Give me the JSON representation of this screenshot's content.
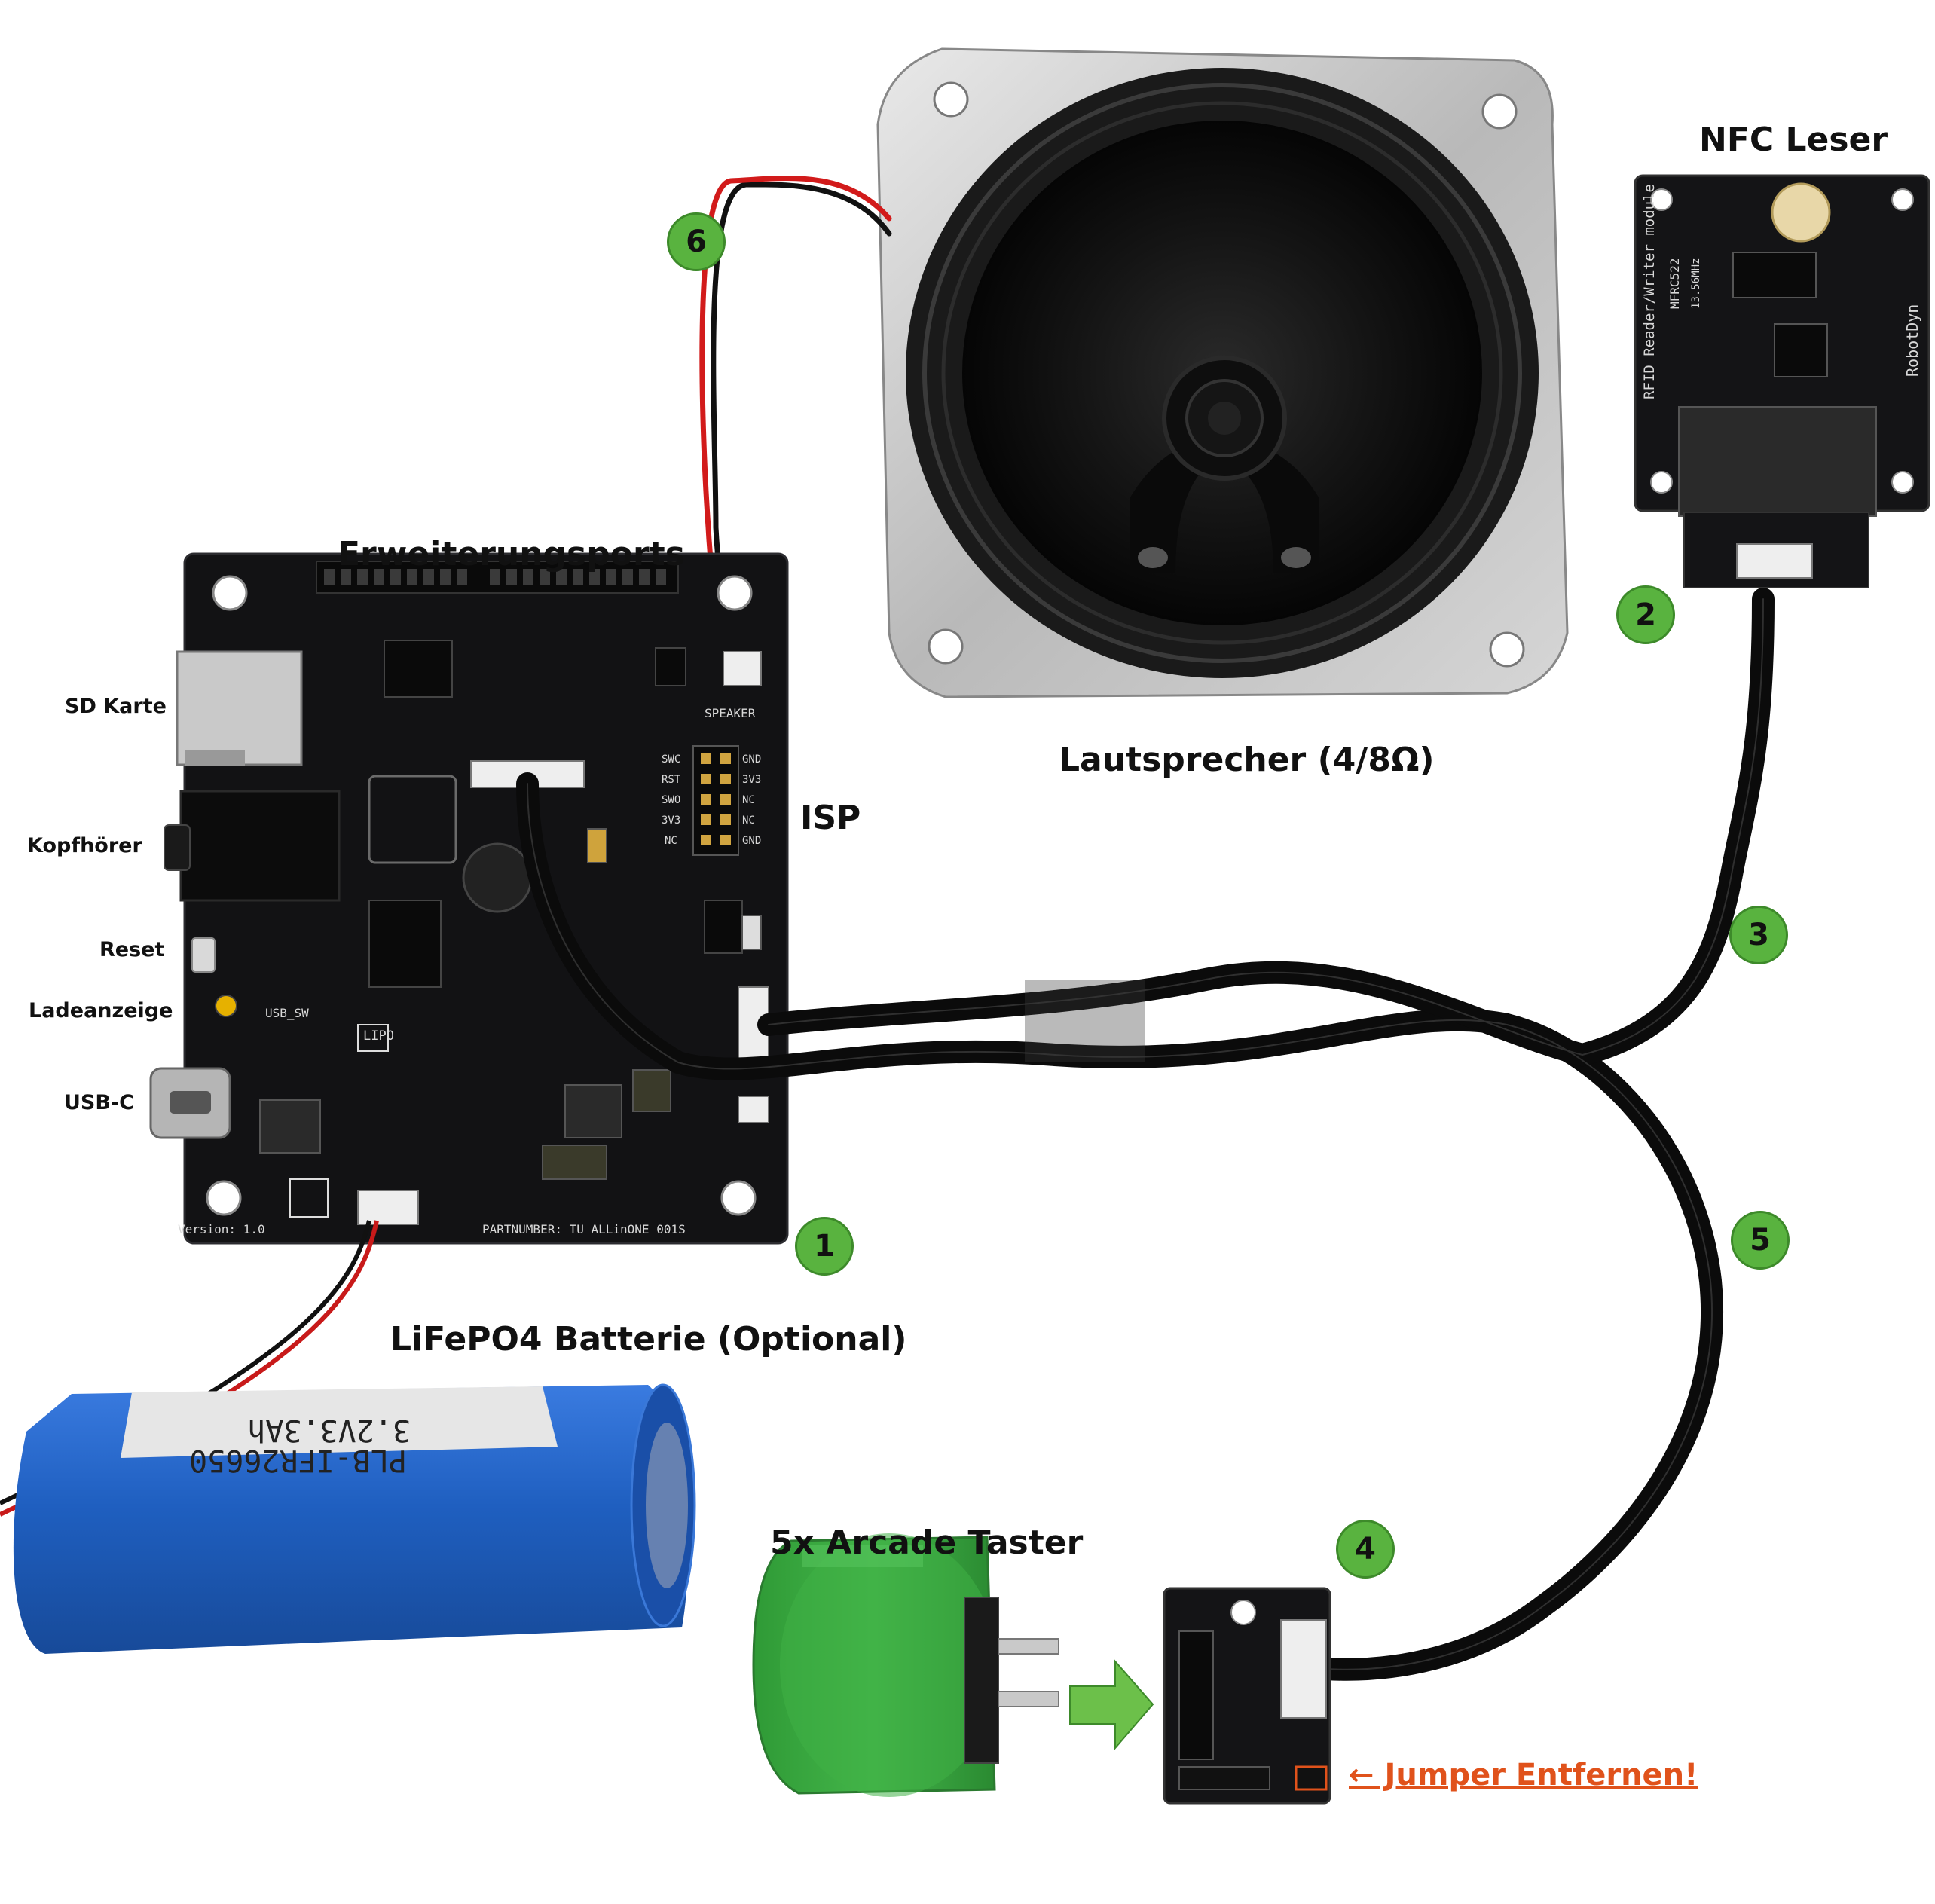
{
  "labels": {
    "nfc": "NFC Leser",
    "expansion": "Erweiterungsports",
    "speaker": "Lautsprecher (4/8Ω)",
    "isp": "ISP",
    "sd": "SD Karte",
    "headphones": "Kopfhörer",
    "reset": "Reset",
    "charge": "Ladeanzeige",
    "usbc": "USB-C",
    "battery": "LiFePO4 Batterie (Optional)",
    "arcade": "5x Arcade Taster",
    "jumper": "← Jumper Entfernen!"
  },
  "badges": [
    "1",
    "2",
    "3",
    "4",
    "5",
    "6"
  ],
  "board_silkscreen": {
    "version": "Version: 1.0",
    "partnumber": "PARTNUMBER: TU_ALLinONE_001S",
    "speaker": "SPEAKER",
    "lipo": "LIPO",
    "usb_sw": "USB_SW",
    "isp_pins_left": [
      "SWC",
      "RST",
      "SWO",
      "3V3",
      "NC"
    ],
    "isp_pins_right": [
      "GND",
      "3V3",
      "NC",
      "NC",
      "GND"
    ]
  },
  "nfc_silkscreen": {
    "module": "RFID Reader/Writer module",
    "chip": "MFRC522",
    "freq": "13.56MHz",
    "brand": "RobotDyn"
  },
  "battery_print": {
    "line1": "3.2V3.3Ah",
    "line2": "PLB-IFR26650"
  },
  "colors": {
    "badge": "#59b33f",
    "warning": "#e0521b",
    "pcb": "#121214",
    "battery": "#1f5fc0",
    "button": "#3aa83f",
    "arrow": "#6cc04a"
  }
}
